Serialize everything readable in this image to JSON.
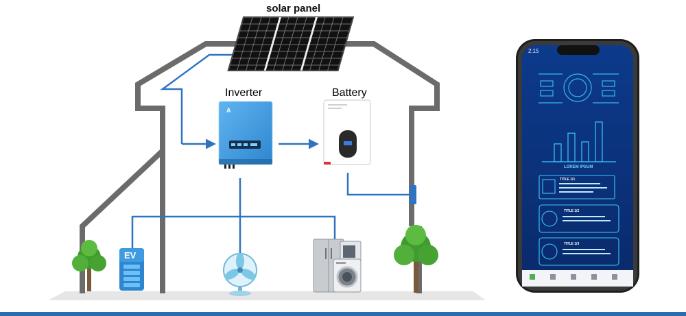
{
  "labels": {
    "solar_panel": "solar panel",
    "inverter": "Inverter",
    "battery": "Battery",
    "ev": "EV"
  },
  "phone_screen": {
    "status_time": "2:15",
    "center_caption": "LOREM IPSUM",
    "card_titles": [
      "TITLE 1/1",
      "TITLE 1/2",
      "TITLE 1/3"
    ],
    "dashboard_bars": [
      0.45,
      0.72,
      0.5,
      1.0
    ]
  },
  "colors": {
    "wire": "#2f74c0",
    "house_outline": "#6b6b6b",
    "inverter_body": "#3f9be0",
    "phone_screen": "#0b2f7a",
    "phone_accent": "#3fc6ff",
    "tree_green": "#3f9c2e",
    "ground": "#e6e6e6",
    "bottom_bar": "#2b6cb0"
  }
}
